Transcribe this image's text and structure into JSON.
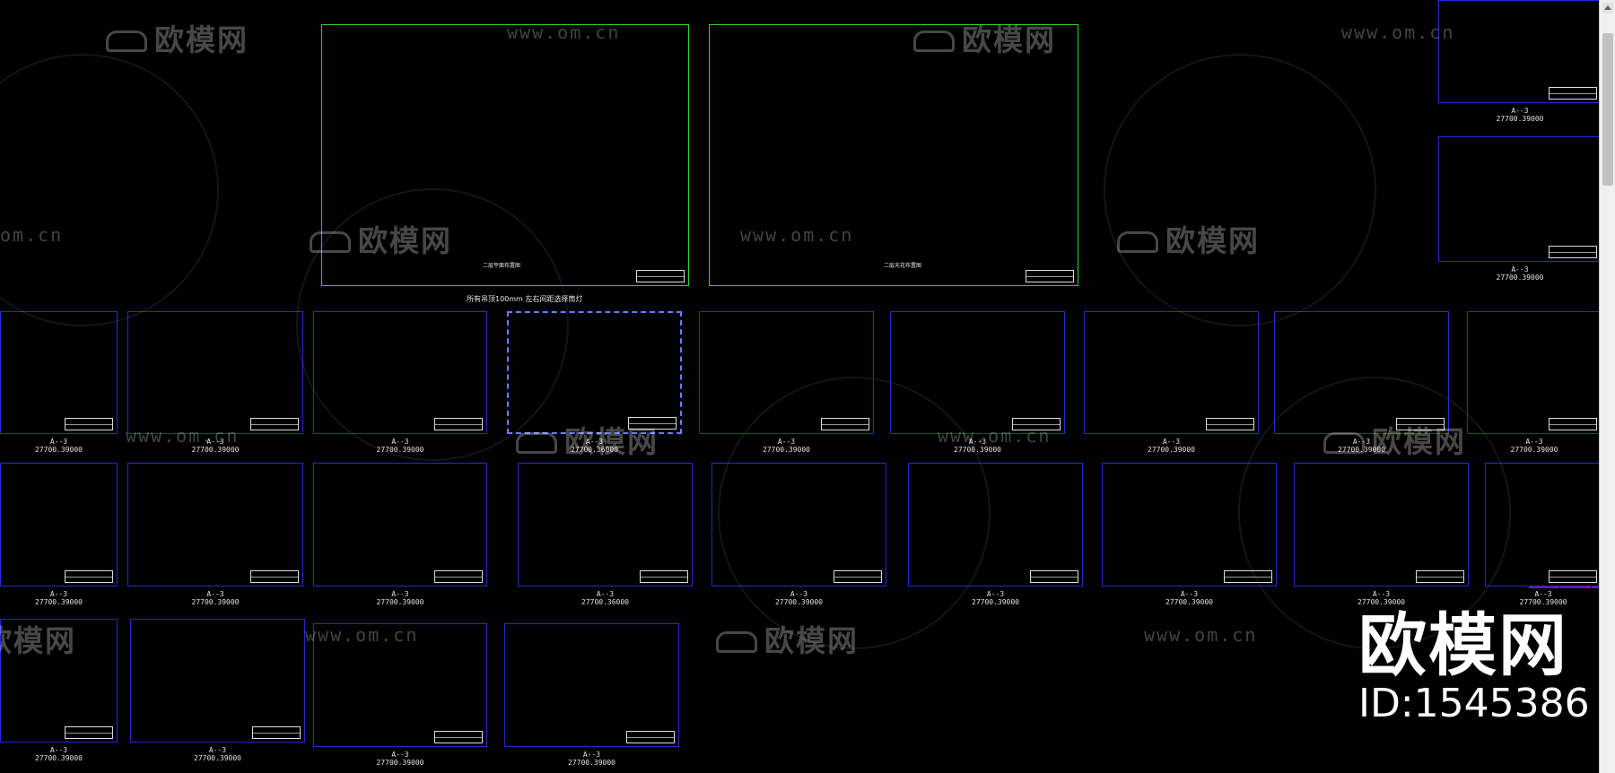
{
  "drawing": {
    "floor_plan_1_title": "二层平面布置图",
    "floor_plan_2_title": "二层天花布置图",
    "note": "所有吊顶100mm 左右间距选择筒灯",
    "sheet_label": "A--3",
    "sheet_scale": "27700.39000",
    "sheet_scale_alt": "27700.36000"
  },
  "watermark": {
    "brand": "欧模网",
    "url": "www.om.cn",
    "url_partial": "om.cn"
  },
  "brand_block": {
    "name": "欧模网",
    "id": "ID:1545386"
  },
  "colors": {
    "background": "#000000",
    "sheet_border": "#1f2bd6",
    "plan_border": "#2bd62b",
    "cad_yellow": "#ffff00",
    "cad_cyan": "#00ffff",
    "cad_red": "#ff2020",
    "cad_magenta": "#ff00ff"
  }
}
